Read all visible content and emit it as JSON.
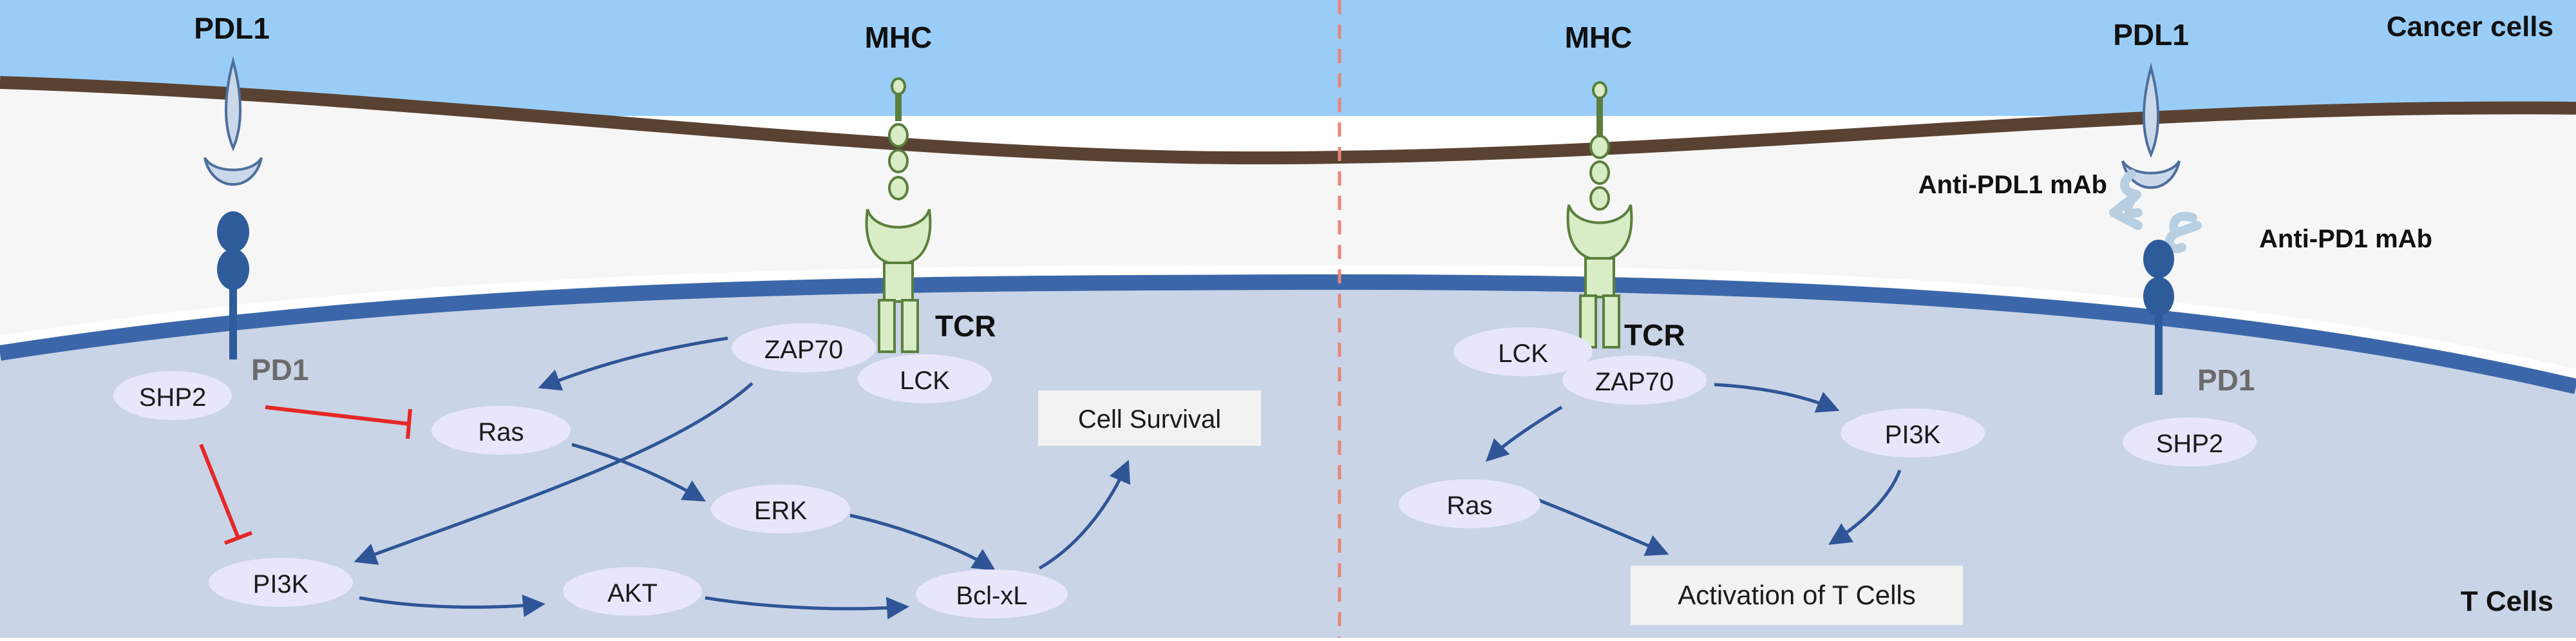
{
  "regions": {
    "cancer": "Cancer cells",
    "tcell": "T Cells"
  },
  "colors": {
    "cancer_bg": "#99cdf7",
    "extracellular": "#f5f5f5",
    "cancer_membrane": "#5a4232",
    "tcell_membrane": "#3b67aa",
    "tcell_bg": "#c9d4e6",
    "node_fill": "#e8e6fa",
    "arrow": "#2f5597",
    "inhibit": "#e52727",
    "divider": "#e8867a",
    "pd1": "#2e5b9a",
    "pdl1": "#cbd8ea",
    "mhc": "#d8ecc6",
    "mhc_stroke": "#5a7f3c",
    "antibody": "#d4e6f3"
  },
  "left": {
    "pdl1_label": "PDL1",
    "mhc_label": "MHC",
    "tcr_label": "TCR",
    "pd1_label": "PD1",
    "nodes": {
      "shp2": "SHP2",
      "zap70": "ZAP70",
      "lck": "LCK",
      "ras": "Ras",
      "erk": "ERK",
      "pi3k": "PI3K",
      "akt": "AKT",
      "bclxl": "Bcl-xL"
    },
    "outcome": "Cell Survival"
  },
  "right": {
    "mhc_label": "MHC",
    "pdl1_label": "PDL1",
    "tcr_label": "TCR",
    "pd1_label": "PD1",
    "anti_pdl1": "Anti-PDL1 mAb",
    "anti_pd1": "Anti-PD1 mAb",
    "nodes": {
      "lck": "LCK",
      "zap70": "ZAP70",
      "pi3k": "PI3K",
      "ras": "Ras",
      "shp2": "SHP2"
    },
    "outcome": "Activation of T Cells"
  }
}
